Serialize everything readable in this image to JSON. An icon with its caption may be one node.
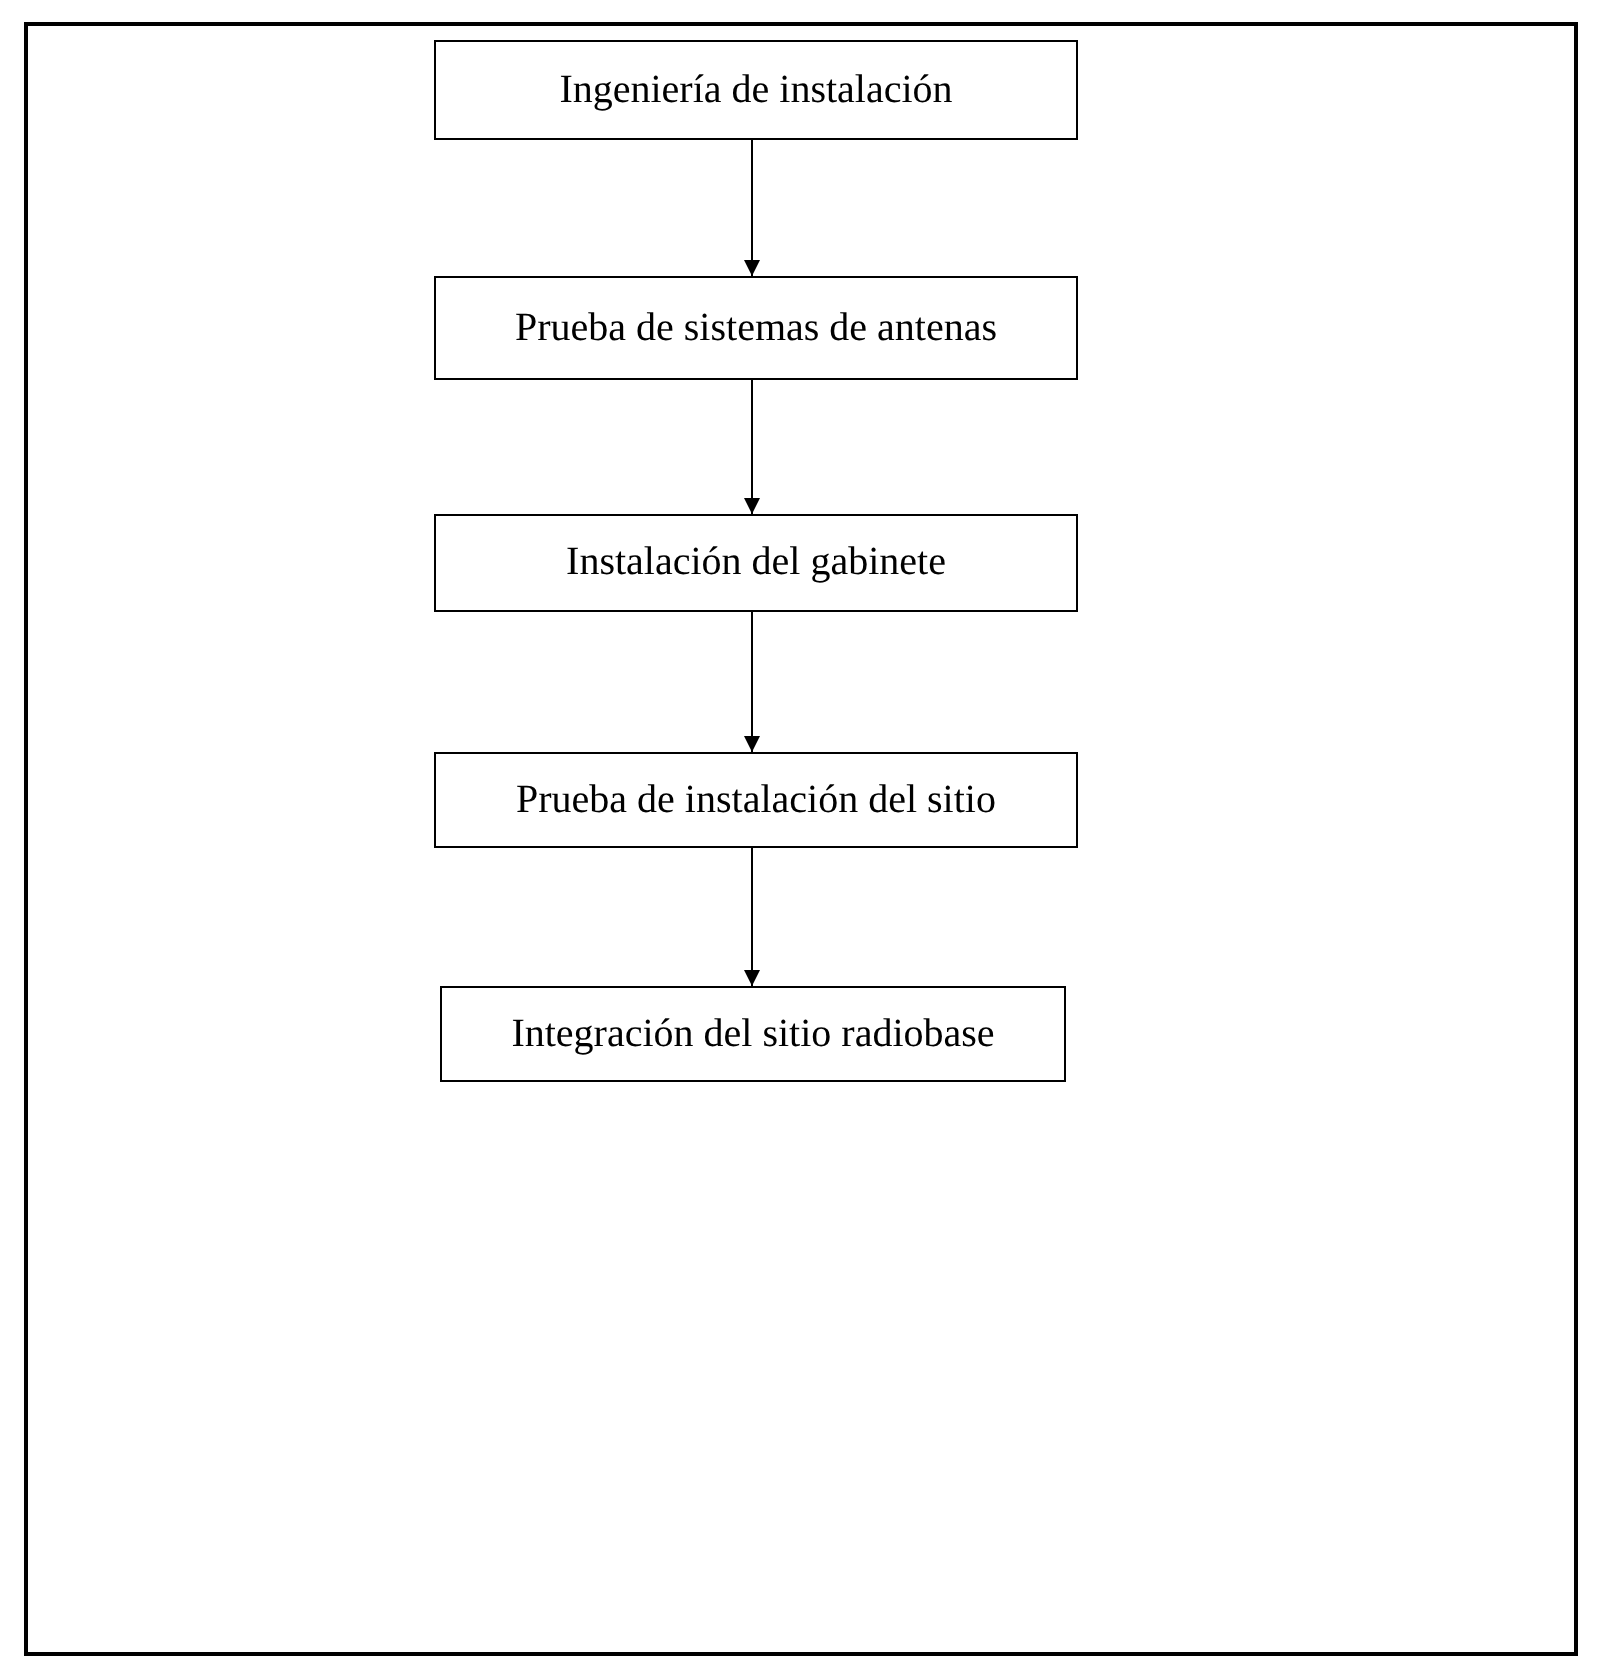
{
  "diagram": {
    "nodes": [
      {
        "text": [
          "Ingeniería de instalación"
        ]
      },
      {
        "text": [
          "Prueba de sistemas de antenas"
        ]
      },
      {
        "text": [
          "Instalación del gabinete"
        ]
      },
      {
        "text": [
          "Prueba de instalación del sitio"
        ]
      },
      {
        "text": [
          "Integración del sitio radiobase"
        ]
      }
    ],
    "edges": [
      {
        "from": 0,
        "to": 1,
        "arrow": "to"
      },
      {
        "from": 1,
        "to": 2,
        "arrow": "to"
      },
      {
        "from": 2,
        "to": 3,
        "arrow": "to"
      },
      {
        "from": 3,
        "to": 4,
        "arrow": "to"
      }
    ]
  }
}
